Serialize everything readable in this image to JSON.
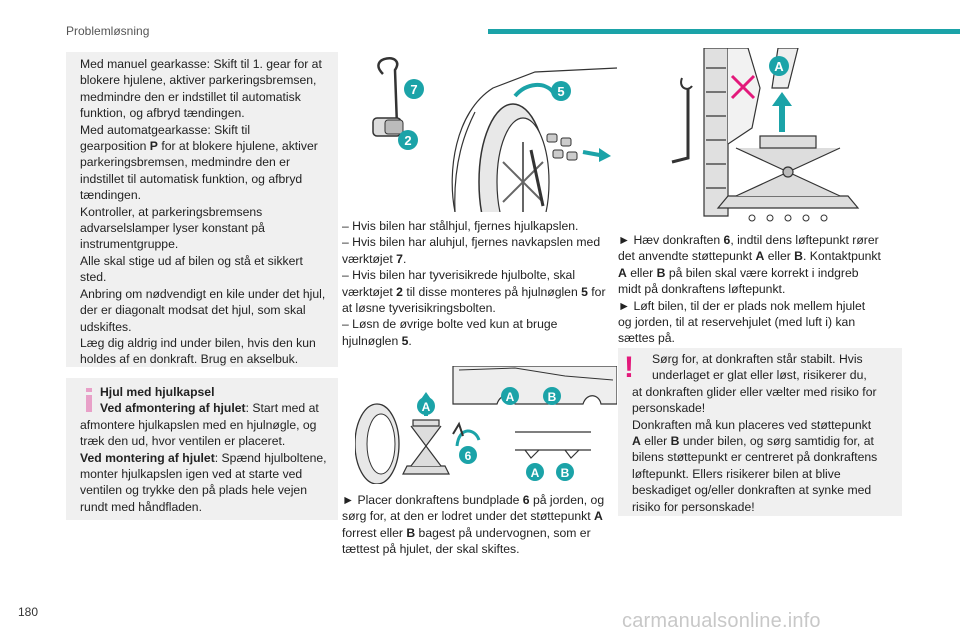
{
  "header": {
    "title": "Problemløsning",
    "accent": "#1ba3a8"
  },
  "page_number": "180",
  "watermark": "carmanualsonline.info",
  "box1": {
    "lines": [
      "Med manuel gearkasse: Skift til 1. gear for at",
      "blokere hjulene, aktiver parkeringsbremsen,",
      "medmindre den er indstillet til automatisk",
      "funktion, og afbryd tændingen.",
      "Med automatgearkasse: Skift til",
      "gearposition ",
      "P",
      " for at blokere hjulene, aktiver",
      "parkeringsbremsen, medmindre den er",
      "indstillet til automatisk funktion, og afbryd",
      "tændingen.",
      "Kontroller, at parkeringsbremsens",
      "advarselslamper lyser konstant på",
      "instrumentgruppe.",
      "Alle skal stige ud af bilen og stå et sikkert",
      "sted.",
      "Anbring om nødvendigt en kile under det hjul,",
      "der er diagonalt modsat det hjul, som skal",
      "udskiftes.",
      "Læg dig aldrig ind under bilen, hvis den kun",
      "holdes af en donkraft. Brug en akselbuk."
    ]
  },
  "box2": {
    "title": "Hjul med hjulkapsel",
    "p1_bold": "Ved afmontering af hjulet",
    "p1_a": ": Start med at",
    "p1_b": "afmontere hjulkapslen med en hjulnøgle, og",
    "p1_c": "træk den ud, hvor ventilen er placeret.",
    "p2_bold": "Ved montering af hjulet",
    "p2_a": ": Spænd hjulboltene,",
    "p2_b": "monter hjulkapslen igen ved at starte ved",
    "p2_c": "ventilen og trykke den på plads hele vejen",
    "p2_d": "rundt med håndfladen."
  },
  "col2": {
    "l1": "–  Hvis bilen har stålhjul, fjernes hjulkapslen.",
    "l2": "–  Hvis bilen har aluhjul, fjernes navkapslen med",
    "l3a": "værktøjet ",
    "l3b": "7",
    "l3c": ".",
    "l4": "–  Hvis bilen har tyverisikrede hjulbolte, skal",
    "l5a": "værktøjet ",
    "l5b": "2",
    "l5c": " til disse monteres på hjulnøglen ",
    "l5d": "5",
    "l5e": " for",
    "l6": "at løsne tyverisikringsbolten.",
    "l7": "–  Løsn de øvrige bolte ved kun at bruge",
    "l8a": "hjulnøglen ",
    "l8b": "5",
    "l8c": ".",
    "m1a": "►  Placer donkraftens bundplade ",
    "m1b": "6",
    "m1c": " på jorden, og",
    "m2a": "sørg for, at den er lodret under det støttepunkt ",
    "m2b": "A",
    "m3a": "forrest eller ",
    "m3b": "B",
    "m3c": " bagest på undervognen, som er",
    "m4": "tættest på hjulet, der skal skiftes."
  },
  "col3": {
    "n1a": "►  Hæv donkraften ",
    "n1b": "6",
    "n1c": ", indtil dens løftepunkt rører",
    "n2a": "det anvendte støttepunkt ",
    "n2b": "A",
    "n2c": " eller ",
    "n2d": "B",
    "n2e": ". Kontaktpunkt",
    "n3a": "A",
    "n3b": " eller ",
    "n3c": "B",
    "n3d": " på bilen skal være korrekt i indgreb",
    "n4": "midt på donkraftens løftepunkt.",
    "n5": "►  Løft bilen, til der er plads nok mellem hjulet",
    "n6": "og jorden, til at reservehjulet (med luft i) kan",
    "n7": "sættes på."
  },
  "box3": {
    "w1": "Sørg for, at donkraften står stabilt. Hvis",
    "w2": "underlaget er glat eller løst, risikerer du,",
    "w3": "at donkraften glider eller vælter med risiko for",
    "w4": "personskade!",
    "w5": "Donkraften må kun placeres ved støttepunkt",
    "w6a": "A",
    "w6b": " eller ",
    "w6c": "B",
    "w6d": " under bilen, og sørg samtidig for, at",
    "w7": "bilens støttepunkt er centreret på donkraftens",
    "w8": "løftepunkt. Ellers risikerer bilen at blive",
    "w9": "beskadiget og/eller donkraften at synke med",
    "w10": "risiko for personskade!"
  },
  "callouts": {
    "tool7": "7",
    "wrench5": "5",
    "tool2": "2",
    "pointA": "A",
    "pointB": "B",
    "jack6": "6"
  },
  "colors": {
    "callout": "#1ba3a8",
    "warning": "#e3197b",
    "info": "#e8a0c8",
    "box_bg": "#f0f0f0"
  }
}
